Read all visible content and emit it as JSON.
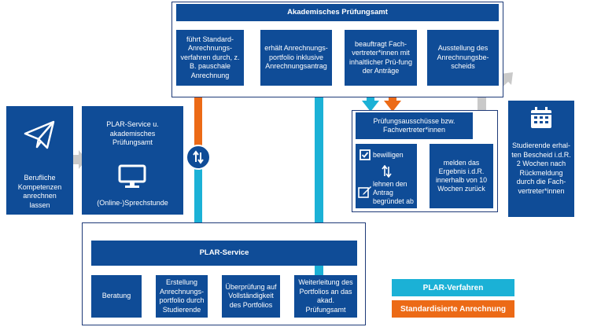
{
  "colors": {
    "navy": "#0f4c97",
    "cyan": "#1bb1d6",
    "orange": "#ec6a16",
    "grey": "#c9c9c9",
    "frame": "#1e3a78"
  },
  "akad": {
    "title": "Akademisches Prüfungsamt",
    "box1": "führt Standard-Anrechnungs-verfahren durch, z. B. pauschale Anrechnung",
    "box2": "erhält Anrechnungs-portfolio inklusive Anrechnungsantrag",
    "box3": "beauftragt Fach-vertreter*innen mit inhaltlicher Prü-fung der Anträge",
    "box4": "Ausstellung des Anrechnungsbe-scheids"
  },
  "left": {
    "berufliche": "Berufliche Kompetenzen anrechnen lassen",
    "service_title": "PLAR-Service u. akademisches Prüfungsamt",
    "sprechstunde": "(Online-)Sprechstunde"
  },
  "pruef": {
    "title": "Prüfungsausschüsse bzw. Fachvertreter*innen",
    "bewilligen": "bewilligen",
    "lehnen": "lehnen den Antrag begründet ab",
    "melden": "melden das Ergebnis i.d.R. innerhalb von 10 Wochen zurück"
  },
  "bescheid": "Studierende erhal-ten Bescheid i.d.R. 2 Wochen nach Rückmeldung durch die Fach-vertreter*innen",
  "plar": {
    "title": "PLAR-Service",
    "steps": [
      "Beratung",
      "Erstellung Anrechnungs-portfolio durch Studierende",
      "Überprüfung auf Vollständigkeit des Portfolios",
      "Weiterleitung des Portfolios an das akad. Prüfungsamt"
    ]
  },
  "legend": {
    "plar": "PLAR-Verfahren",
    "standard": "Standardisierte Anrechnung"
  }
}
